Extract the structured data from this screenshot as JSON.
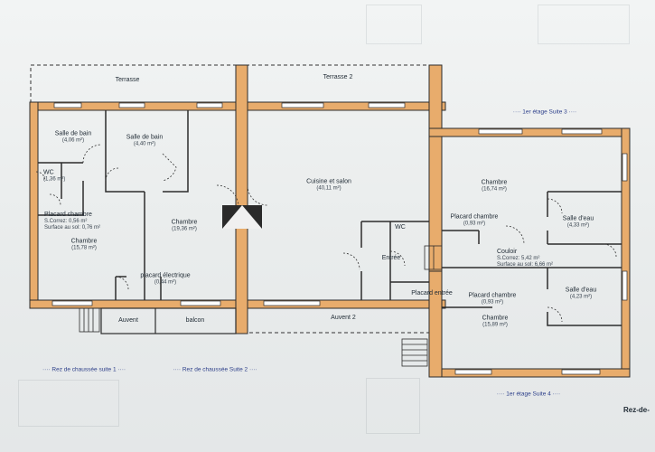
{
  "rooms": {
    "terrasse": "Terrasse",
    "terrasse2": "Terrasse 2",
    "sdb1": {
      "name": "Salle de bain",
      "area": "(4,06 m²)"
    },
    "sdb2": {
      "name": "Salle de bain",
      "area": "(4,40 m²)"
    },
    "wc1": {
      "name": "WC",
      "area": "(1,36 m²)"
    },
    "placard1": {
      "name": "Placard chambre",
      "line1": "S.Correz: 0,56 m²",
      "line2": "Surface au sol: 0,76 m²"
    },
    "chambre1": {
      "name": "Chambre",
      "area": "(15,78 m²)"
    },
    "chambre2": {
      "name": "Chambre",
      "area": "(19,36 m²)"
    },
    "placard_elec": {
      "name": "placard électrique",
      "area": "(0,44 m²)"
    },
    "cuisine": {
      "name": "Cuisine et salon",
      "area": "(40,11 m²)"
    },
    "wc2": "WC",
    "entree": "Entrée",
    "placard_entree": "Placard entrée",
    "chambre3": {
      "name": "Chambre",
      "area": "(16,74 m²)"
    },
    "placard3": {
      "name": "Placard chambre",
      "area": "(0,93 m²)"
    },
    "sde1": {
      "name": "Salle d'eau",
      "area": "(4,33 m²)"
    },
    "couloir": {
      "name": "Couloir",
      "line1": "S.Correz: 5,42 m²",
      "line2": "Surface au sol: 6,66 m²"
    },
    "placard4": {
      "name": "Placard chambre",
      "area": "(0,93 m²)"
    },
    "sde2": {
      "name": "Salle d'eau",
      "area": "(4,23 m²)"
    },
    "chambre4": {
      "name": "Chambre",
      "area": "(15,89 m²)"
    },
    "auvent": "Auvent",
    "balcon": "balcon",
    "auvent2": "Auvent 2"
  },
  "captions": {
    "etage3": "1er étage Suite 3",
    "etage4": "1er étage Suite 4",
    "rdc1": "Rez de chaussée suite 1",
    "rdc2": "Rez de chaussée Suite 2",
    "corner": "Rez-de-"
  },
  "colors": {
    "wall": "#e8ac6c",
    "wall_edge": "#2c2c2c",
    "caption": "#2d3f8a"
  }
}
